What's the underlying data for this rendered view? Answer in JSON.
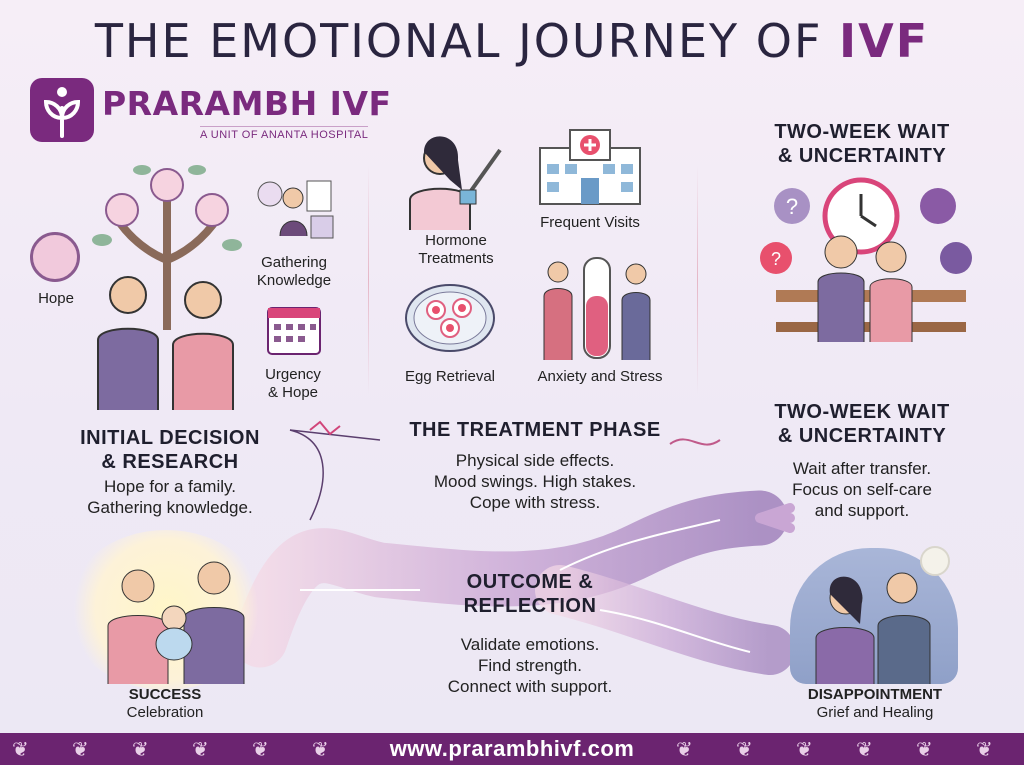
{
  "header": {
    "title_prefix": "THE EMOTIONAL JOURNEY OF ",
    "title_highlight": "IVF"
  },
  "brand": {
    "name": "PRARAMBH IVF",
    "tagline": "A UNIT OF ANANTA HOSPITAL"
  },
  "initial": {
    "icons": {
      "hope": "Hope",
      "gathering": "Gathering\nKnowledge",
      "urgency": "Urgency\n& Hope"
    },
    "title": "INITIAL DECISION\n& RESEARCH",
    "body": "Hope for a family.\nGathering knowledge."
  },
  "treatment": {
    "icons": {
      "hormone": "Hormone\nTreatments",
      "visits": "Frequent Visits",
      "egg": "Egg Retrieval",
      "anxiety": "Anxiety and Stress"
    },
    "title": "THE TREATMENT PHASE",
    "body": "Physical side effects.\nMood swings. High stakes.\nCope with stress."
  },
  "wait": {
    "top_title": "TWO-WEEK WAIT\n& UNCERTAINTY",
    "title": "TWO-WEEK WAIT\n& UNCERTAINTY",
    "body": "Wait after transfer.\nFocus on self-care\nand support."
  },
  "outcome": {
    "title": "OUTCOME &\nREFLECTION",
    "body": "Validate emotions.\nFind strength.\nConnect with support."
  },
  "success": {
    "title": "SUCCESS",
    "subtitle": "Celebration"
  },
  "disappointment": {
    "title": "DISAPPOINTMENT",
    "subtitle": "Grief and Healing"
  },
  "footer": {
    "url": "www.prarambhivf.com"
  },
  "colors": {
    "brand": "#7a2a7e",
    "footer": "#6b2470",
    "path": "#c9a6d4"
  }
}
